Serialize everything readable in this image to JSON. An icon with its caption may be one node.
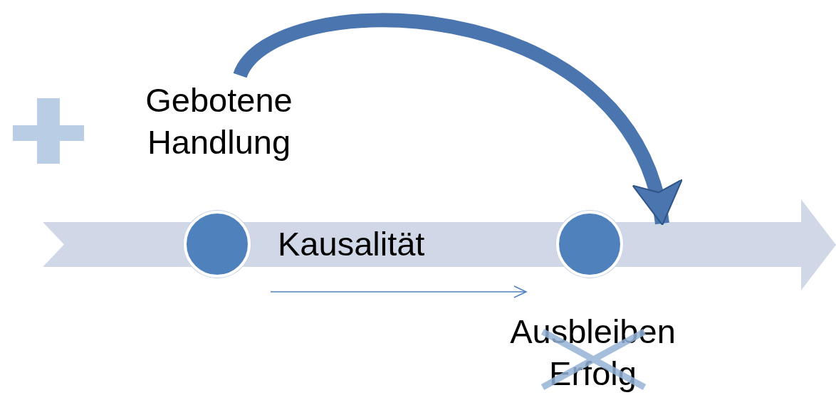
{
  "diagram": {
    "nodes": [
      {
        "text": [
          "Gebotene Handlung"
        ]
      },
      {
        "text": [
          "Kausalität"
        ]
      },
      {
        "text": [],
        "shape": "circle",
        "in": 1
      },
      {
        "text": [],
        "shape": "circle",
        "in": 1
      },
      {
        "text": [
          "Ausbleiben Erfolg"
        ]
      }
    ],
    "edges": [
      {
        "from": 0,
        "to": 1,
        "arrow": "to"
      }
    ]
  }
}
